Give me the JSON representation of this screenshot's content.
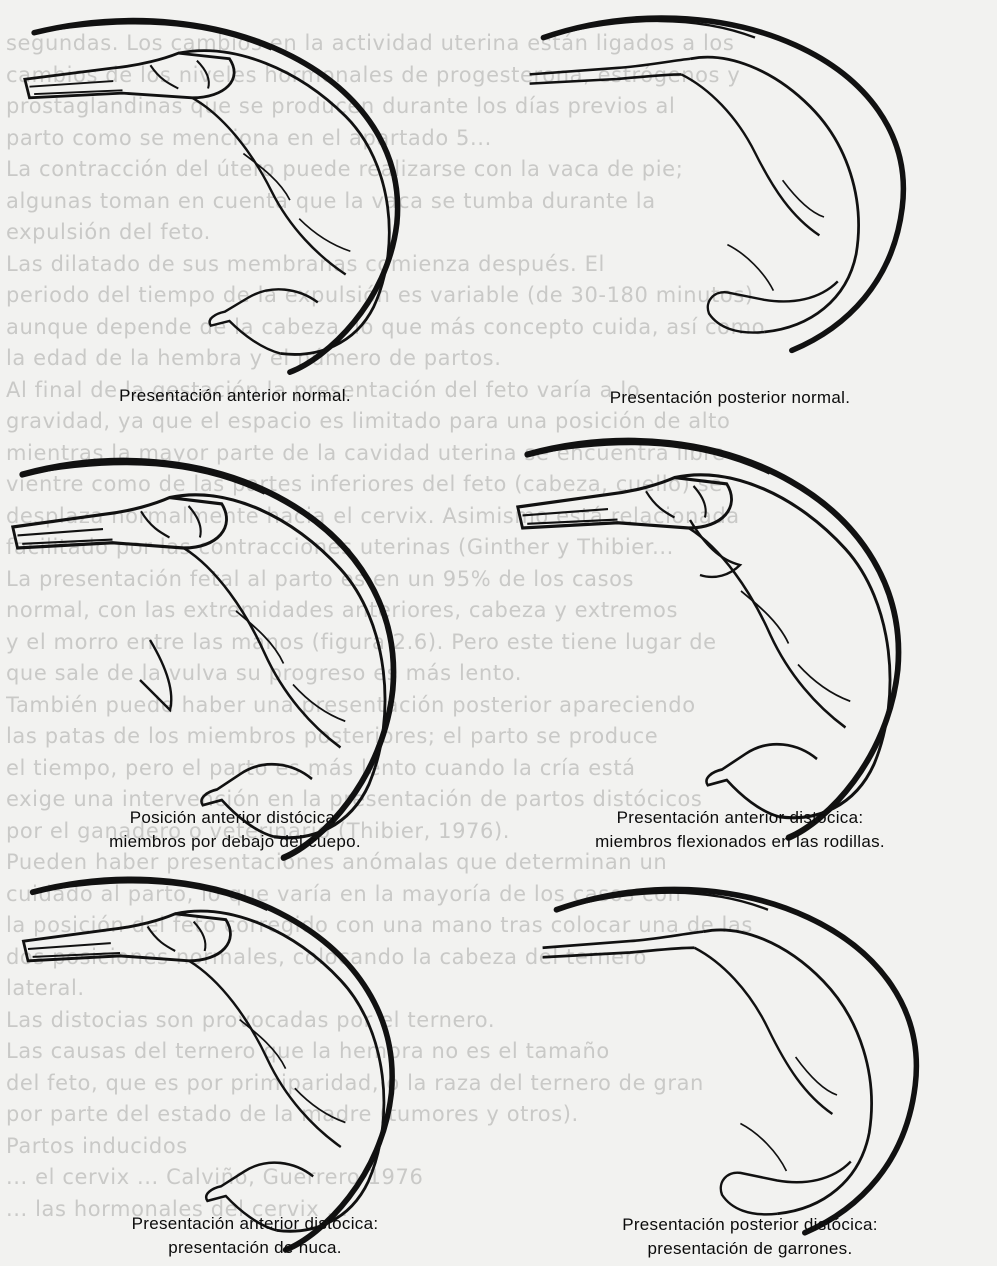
{
  "bleed_lines": [
    "segundas. Los cambios en la actividad uterina están ligados a los",
    "cambios de los niveles hormonales de progesterona, estrógenos y",
    "prostaglandinas que se producen durante los días previos al",
    "parto como se menciona en el apartado 5...",
    "La contracción del útero puede realizarse con la vaca de pie;",
    "algunas toman en cuenta que la vaca se tumba durante la",
    "expulsión del feto.",
    "Las dilatado de sus membranas comienza después. El",
    "periodo del tiempo de la expulsión es variable (de 30-180 minutos)",
    "aunque depende de la cabeza, lo que más concepto cuida, así como",
    "la edad de la hembra y el número de partos.",
    "Al final de la gestación la presentación del feto varía a lo",
    "gravidad, ya que el espacio es limitado para una posición de alto",
    "mientras la mayor parte de la cavidad uterina se encuentra libre",
    "vientre como de las partes inferiores del feto (cabeza, cuello) se",
    "desplaza normalmente hacia el cervix. Asimismo está relacionada",
    "facilitado por las contracciones uterinas (Ginther y Thibier...",
    "La presentación fetal al parto es en un 95% de los casos",
    "normal, con las extremidades anteriores, cabeza y extremos",
    "y el morro entre las manos (figura 2.6). Pero este tiene lugar de",
    "que sale de la vulva su progreso es más lento.",
    "También puede haber una presentación posterior apareciendo",
    "las patas de los miembros posteriores; el parto se produce",
    "el tiempo, pero el parto es más lento cuando la cría está",
    "exige una intervención en la presentación de partos distócicos",
    "por el ganadero o veterinario (Thibier, 1976).",
    "Pueden haber presentaciones anómalas que determinan un",
    "cuidado al parto, lo que varía en la mayoría de los casos con",
    "la posición del feto corregido con una mano tras colocar una de las",
    "dos posiciones normales, colocando la cabeza del ternero",
    "lateral.",
    "Las distocias son provocadas por el ternero.",
    "Las causas del ternero que la hembra no es el tamaño",
    "del feto, que es por primiparidad, o la raza del ternero de gran",
    "por parte del estado de la madre (tumores y otros).",
    "Partos inducidos",
    "... el cervix ... Calviño, Guerrero 1976",
    "... las hormonales del cervix ..."
  ],
  "figures": [
    {
      "line1": "Presentación anterior normal.",
      "line2": ""
    },
    {
      "line1": "Presentación posterior normal.",
      "line2": ""
    },
    {
      "line1": "Posición anterior distócica:",
      "line2": "miembros por debajo del cuepo."
    },
    {
      "line1": "Presentación anterior distócica:",
      "line2": "miembros flexionados en las rodillas."
    },
    {
      "line1": "Presentación anterior distócica:",
      "line2": "presentación de nuca."
    },
    {
      "line1": "Presentación posterior distócica:",
      "line2": "presentación de garrones."
    }
  ],
  "colors": {
    "paper": "#f2f2f0",
    "ink": "#111111",
    "bleed": "#c9c9c7"
  }
}
